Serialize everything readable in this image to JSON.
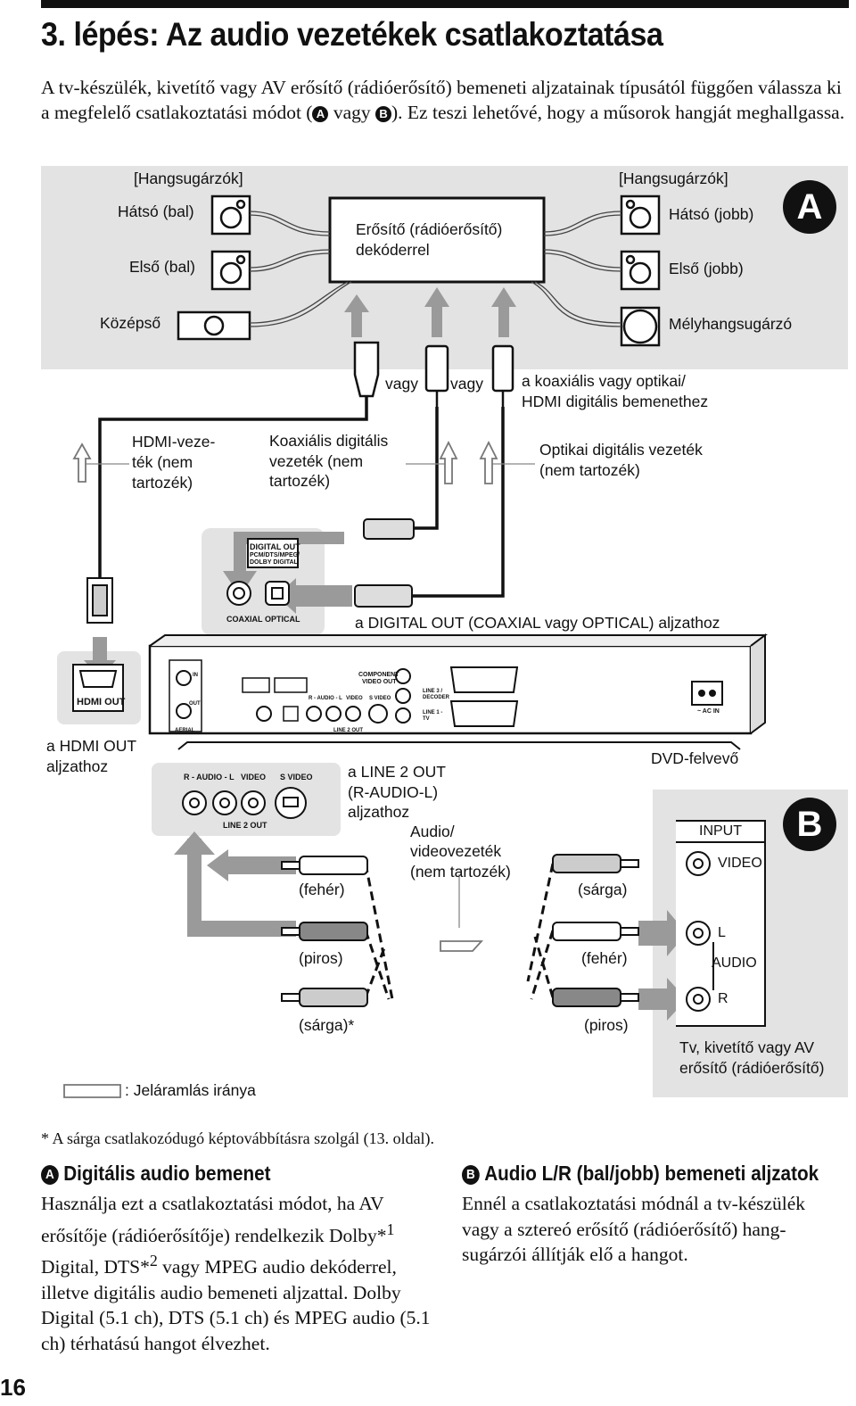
{
  "page": {
    "title": "3. lépés: Az audio vezetékek csatlakoztatása",
    "intro_1": "A tv-készülék, kivetítő vagy AV erősítő (rádióerősítő) bemeneti aljzatainak típusától függően válassza ki a megfelelő csatlakoztatási módot (",
    "intro_badge_a": "A",
    "intro_2": " vagy ",
    "intro_badge_b": "B",
    "intro_3": "). Ez teszi lehetővé, hogy a műsorok hangját meghallgassa.",
    "page_number": "16"
  },
  "diagram": {
    "speakers_left_header": "[Hangsugárzók]",
    "speakers_right_header": "[Hangsugárzók]",
    "rear_left": "Hátsó (bal)",
    "front_left": "Első (bal)",
    "center": "Középső",
    "rear_right": "Hátsó (jobb)",
    "front_right": "Első (jobb)",
    "subwoofer": "Mélyhangsugárzó",
    "amplifier_line1": "Erősítő (rádióerősítő)",
    "amplifier_line2": "dekóderrel",
    "badge_a": "A",
    "badge_b": "B",
    "or_1": "vagy",
    "or_2": "vagy",
    "digital_input_line1": "a koaxiális vagy optikai/",
    "digital_input_line2": "HDMI digitális bemenethez",
    "hdmi_cable_1": "HDMI-veze-",
    "hdmi_cable_2": "ték (nem",
    "hdmi_cable_3": "tartozék)",
    "coax_cable_1": "Koaxiális digitális",
    "coax_cable_2": "vezeték (nem",
    "coax_cable_3": "tartozék)",
    "optical_cable_1": "Optikai digitális vezeték",
    "optical_cable_2": "(nem tartozék)",
    "digital_out_jack_title_1": "DIGITAL OUT",
    "digital_out_jack_title_2": "PCM/DTS/MPEG/",
    "digital_out_jack_title_3": "DOLBY DIGITAL",
    "coaxial": "COAXIAL",
    "optical": "OPTICAL",
    "to_digital_out": "a DIGITAL OUT (COAXIAL vagy OPTICAL) aljzathoz",
    "hdmi_out": "HDMI OUT",
    "to_hdmi_out_1": "a HDMI OUT",
    "to_hdmi_out_2": "aljzathoz",
    "dvd_recorder": "DVD-felvevő",
    "rear_in": "IN",
    "rear_out": "OUT",
    "rear_aerial": "AERIAL",
    "rear_component": "COMPONENT",
    "rear_video_out": "VIDEO OUT",
    "rear_line3": "LINE 3 /",
    "rear_decoder": "DECODER",
    "rear_line1": "LINE 1 -",
    "rear_tv": "TV",
    "rear_line2_out": "LINE 2 OUT",
    "rear_ac_in": "~ AC IN",
    "rear_r_audio_l": "R - AUDIO - L",
    "rear_video": "VIDEO",
    "rear_s_video": "S VIDEO",
    "line2_r_audio_l": "R - AUDIO - L",
    "line2_video": "VIDEO",
    "line2_s_video": "S VIDEO",
    "line2_out": "LINE 2 OUT",
    "to_line2_1": "a LINE 2 OUT",
    "to_line2_2": "(R-AUDIO-L)",
    "to_line2_3": "aljzathoz",
    "av_cable_1": "Audio/",
    "av_cable_2": "videovezeték",
    "av_cable_3": "(nem tartozék)",
    "left_white": "(fehér)",
    "left_red": "(piros)",
    "left_yellow": "(sárga)*",
    "right_yellow": "(sárga)",
    "right_white": "(fehér)",
    "right_red": "(piros)",
    "tv_input": "INPUT",
    "tv_video": "VIDEO",
    "tv_l": "L",
    "tv_audio": "AUDIO",
    "tv_r": "R",
    "tv_caption_1": "Tv, kivetítő vagy AV",
    "tv_caption_2": "erősítő (rádióerősítő)",
    "signal_flow": ": Jeláramlás iránya"
  },
  "footnote": "* A sárga csatlakozódugó képtovábbításra szolgál (13. oldal).",
  "section_a": {
    "badge": "A",
    "heading": "Digitális audio bemenet",
    "p1": "Használja ezt a csatlakoztatási módot, ha AV erősítője (rádióerősítője) rendelkezik Dolby*",
    "sup1": "1",
    "p2": " Digital, DTS*",
    "sup2": "2",
    "p3": " vagy MPEG audio dekóderrel, illetve digitális audio bemeneti aljzattal. Dolby Digital (5.1 ch), DTS (5.1 ch) és MPEG audio (5.1 ch) térhatású hangot élvezhet."
  },
  "section_b": {
    "badge": "B",
    "heading": "Audio L/R (bal/jobb) bemeneti aljzatok",
    "p": "Ennél a csatlakoztatási módnál a tv-készülék vagy a sztereó erősítő (rádióerősítő) hang-sugárzói állítják elő a hangot."
  }
}
